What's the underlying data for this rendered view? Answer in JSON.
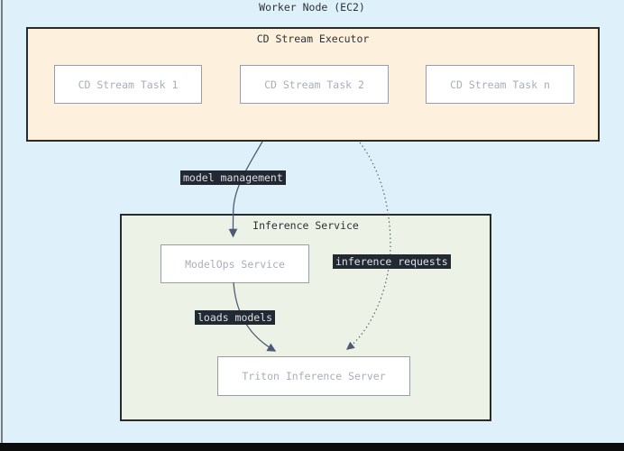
{
  "window": {
    "title": "Worker Node (EC2)",
    "background": "#def1fb",
    "bottom_bar_color": "#0d0d0d"
  },
  "executor_group": {
    "title": "CD Stream Executor",
    "fill": "#fdf1dd",
    "tasks": [
      {
        "label": "CD Stream Task 1"
      },
      {
        "label": "CD Stream Task 2"
      },
      {
        "label": "CD Stream Task n"
      }
    ]
  },
  "inference_group": {
    "title": "Inference Service",
    "fill": "#ecf3e6",
    "modelops_label": "ModelOps Service",
    "triton_label": "Triton Inference Server"
  },
  "edges": [
    {
      "label": "model management",
      "from": "CD Stream Executor",
      "to": "ModelOps Service",
      "style": "solid"
    },
    {
      "label": "inference requests",
      "from": "CD Stream Executor",
      "to": "Triton Inference Server",
      "style": "dotted"
    },
    {
      "label": "loads models",
      "from": "ModelOps Service",
      "to": "Triton Inference Server",
      "style": "solid"
    }
  ],
  "colors": {
    "edge_line": "#4e5a73",
    "edge_label_bg": "#232932",
    "edge_label_text": "#dde0e5",
    "node_text": "#a8aebc",
    "node_border": "#989da7",
    "container_border": "#2b2b2b",
    "title_text": "#2e3138"
  }
}
